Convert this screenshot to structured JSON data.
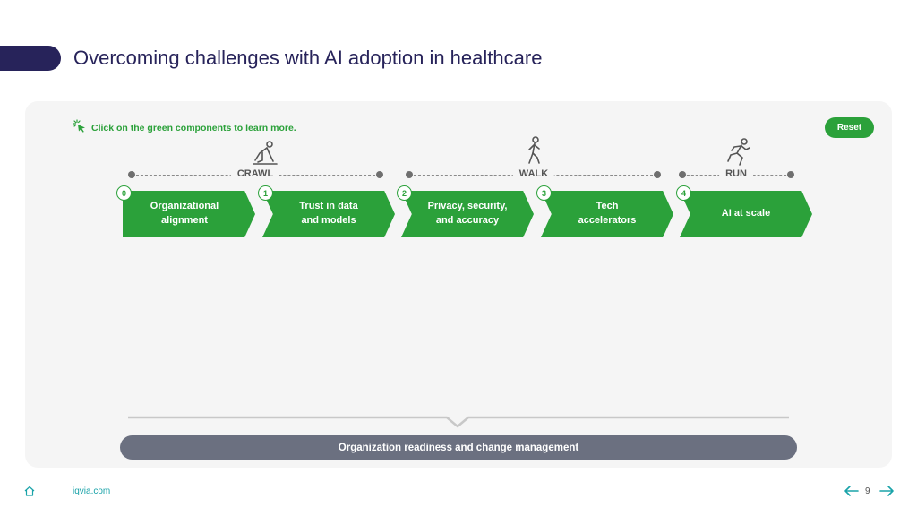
{
  "header": {
    "title": "Overcoming challenges with AI adoption in healthcare"
  },
  "hint": {
    "text": "Click on the green components to learn more.",
    "icon": "cursor-click-icon"
  },
  "reset_label": "Reset",
  "stages": [
    {
      "label": "CRAWL",
      "icon": "crawling-person-icon"
    },
    {
      "label": "WALK",
      "icon": "walking-person-icon"
    },
    {
      "label": "RUN",
      "icon": "running-person-icon"
    }
  ],
  "steps": [
    {
      "num": "0",
      "line1": "Organizational",
      "line2": "alignment"
    },
    {
      "num": "1",
      "line1": "Trust in data",
      "line2": "and models"
    },
    {
      "num": "2",
      "line1": "Privacy, security,",
      "line2": "and accuracy"
    },
    {
      "num": "3",
      "line1": "Tech",
      "line2": "accelerators"
    },
    {
      "num": "4",
      "line1": "AI at scale",
      "line2": ""
    }
  ],
  "foundation": {
    "label": "Organization readiness and change management"
  },
  "footer": {
    "link": "iqvia.com",
    "page": "9"
  },
  "colors": {
    "brand_navy": "#27235a",
    "green": "#2ba13a",
    "teal": "#1aa3a9",
    "base_bar": "#6b7080",
    "panel": "#f5f5f5"
  }
}
